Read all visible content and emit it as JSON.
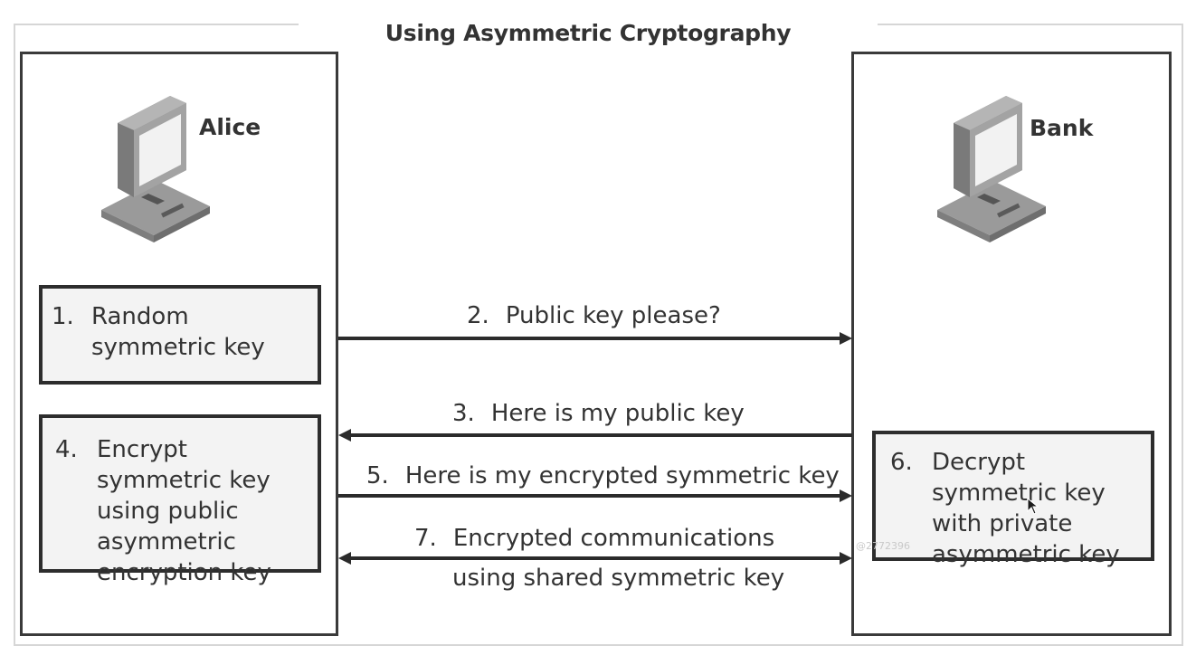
{
  "title": "Using Asymmetric Cryptography",
  "alice": {
    "name": "Alice",
    "step1": {
      "num": "1.",
      "text": "Random symmetric key"
    },
    "step4": {
      "num": "4.",
      "text": "Encrypt symmetric key using public asymmetric encryption key"
    }
  },
  "bank": {
    "name": "Bank",
    "step6": {
      "num": "6.",
      "text": "Decrypt symmetric key with private asymmetric key"
    }
  },
  "messages": {
    "m2": {
      "num": "2.",
      "text": "Public key please?",
      "direction": "alice-to-bank"
    },
    "m3": {
      "num": "3.",
      "text": "Here is my public key",
      "direction": "bank-to-alice"
    },
    "m5": {
      "num": "5.",
      "text": "Here is my encrypted symmetric key",
      "direction": "alice-to-bank"
    },
    "m7": {
      "num": "7.",
      "text": "Encrypted communications",
      "text2": "using shared symmetric key",
      "direction": "both"
    }
  },
  "watermark": "@2772396",
  "icons": [
    "computer-icon",
    "computer-icon",
    "mouse-cursor-icon"
  ]
}
